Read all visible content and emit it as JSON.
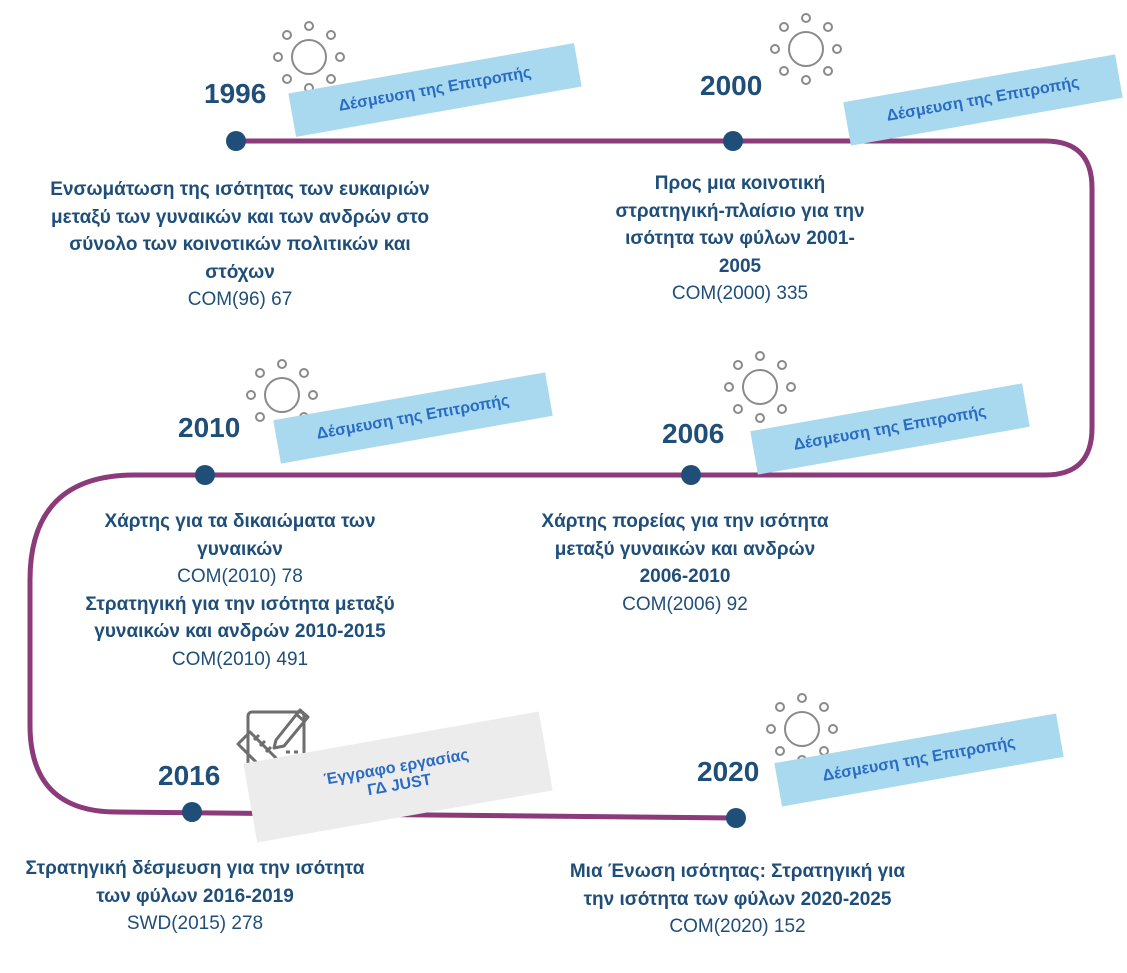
{
  "events": [
    {
      "year": "1996",
      "tag": "Δέσμευση της Επιτροπής",
      "title": "Ενσωμάτωση της ισότητας των ευκαιριών μεταξύ των γυναικών και των ανδρών στο σύνολο των κοινοτικών πολιτικών και στόχων",
      "code": "COM(96) 67",
      "icon": "sun-icon"
    },
    {
      "year": "2000",
      "tag": "Δέσμευση της Επιτροπής",
      "title": "Προς μια κοινοτική στρατηγική-πλαίσιο για την ισότητα των φύλων 2001-2005",
      "code": "COM(2000) 335",
      "icon": "sun-icon"
    },
    {
      "year": "2006",
      "tag": "Δέσμευση της Επιτροπής",
      "title": "Χάρτης πορείας για την ισότητα μεταξύ γυναικών και ανδρών 2006-2010",
      "code": "COM(2006) 92",
      "icon": "sun-icon"
    },
    {
      "year": "2010",
      "tag": "Δέσμευση της Επιτροπής",
      "title": "Χάρτης για τα δικαιώματα των γυναικών",
      "code": "COM(2010) 78",
      "title2": "Στρατηγική για την ισότητα μεταξύ γυναικών και ανδρών 2010-2015",
      "code2": "COM(2010) 491",
      "icon": "sun-icon"
    },
    {
      "year": "2016",
      "tag_line1": "Έγγραφο εργασίας",
      "tag_line2": "ΓΔ JUST",
      "title": "Στρατηγική δέσμευση για την ισότητα των φύλων 2016-2019",
      "code": "SWD(2015) 278",
      "icon": "design-tools-icon"
    },
    {
      "year": "2020",
      "tag": "Δέσμευση της Επιτροπής",
      "title": "Μια Ένωση ισότητας: Στρατηγική για την ισότητα των φύλων 2020-2025",
      "code": "COM(2020) 152",
      "icon": "sun-icon"
    }
  ],
  "colors": {
    "track": "#8b3a7a",
    "dot": "#1f4e79",
    "text": "#1f4e79",
    "tag_bg": "#a9d9ee",
    "tag_text": "#2a6cc4",
    "tag_gray_bg": "#ececec",
    "icon_stroke": "#8a8a8a"
  }
}
